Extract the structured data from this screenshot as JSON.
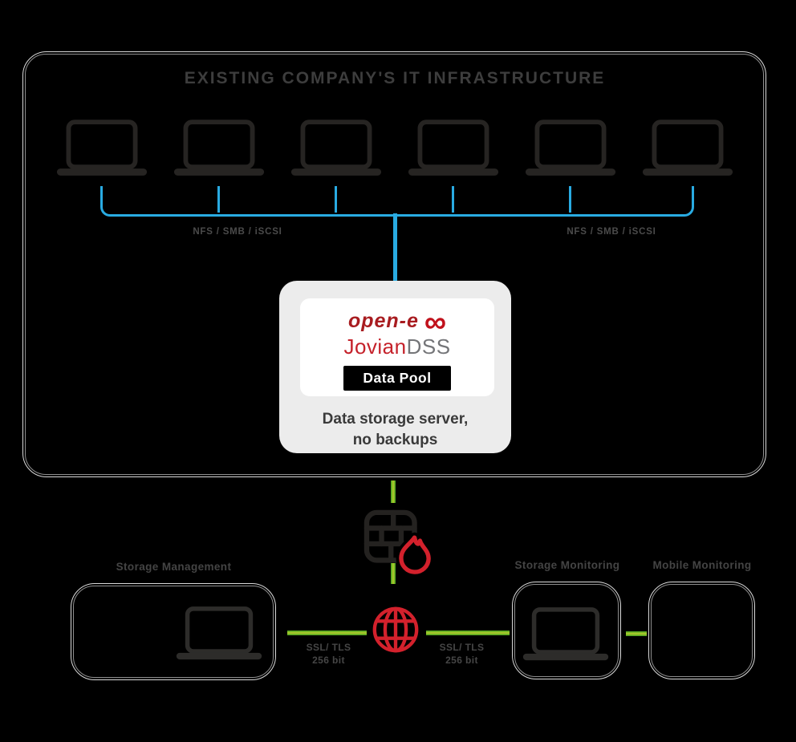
{
  "colors": {
    "background": "#000000",
    "accent_blue": "#29abe2",
    "accent_green": "#8cc63f",
    "accent_red": "#d3212c",
    "box_border": "#dadada"
  },
  "infrastructure": {
    "title": "EXISTING COMPANY'S IT INFRASTRUCTURE",
    "protocol_left": "NFS / SMB / iSCSI",
    "protocol_right": "NFS / SMB / iSCSI",
    "workstation_icons": "laptop"
  },
  "server_card": {
    "logo_script": "open-e",
    "logo_infinity": "∞",
    "logo_jovian": "Jovian",
    "logo_dss": "DSS",
    "pool_label": "Data Pool",
    "caption_line1": "Data storage server,",
    "caption_line2": "no backups"
  },
  "connections": {
    "ssl_left_line1": "SSL/ TLS",
    "ssl_left_line2": "256 bit",
    "ssl_right_line1": "SSL/ TLS",
    "ssl_right_line2": "256 bit"
  },
  "sections": {
    "storage_management": "Storage Management",
    "storage_monitoring": "Storage Monitoring",
    "mobile_monitoring": "Mobile Monitoring"
  }
}
